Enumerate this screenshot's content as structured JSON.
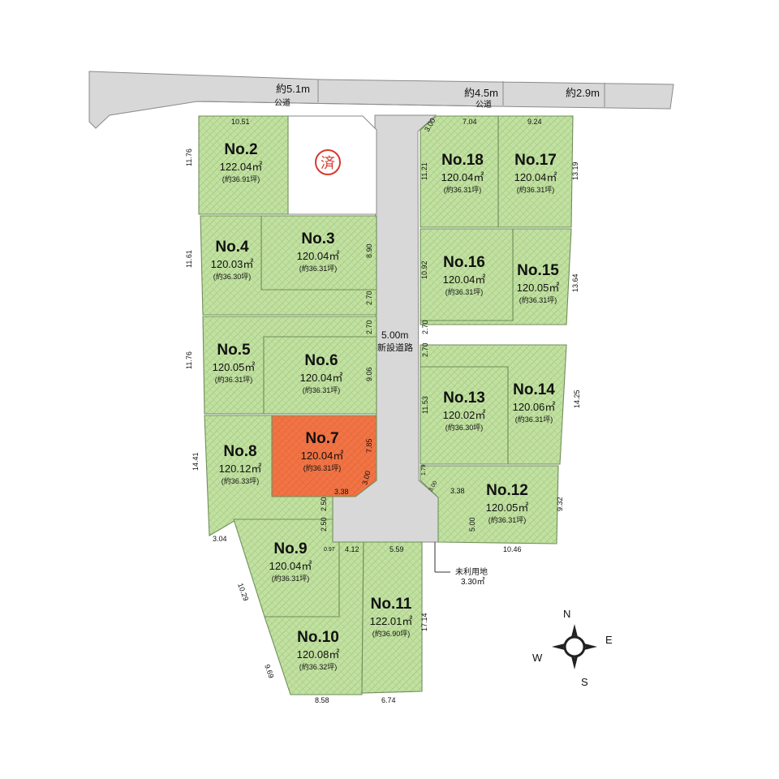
{
  "map": {
    "roads": {
      "public_top_left": {
        "width": "約5.1m",
        "name": "公道"
      },
      "public_top_mid": {
        "width": "約4.5m",
        "name": "公道"
      },
      "public_top_right": {
        "width": "約2.9m"
      },
      "new_road": {
        "width": "5.00m",
        "name": "新設道路"
      }
    },
    "sold_mark": "済",
    "unused_land": {
      "name": "未利用地",
      "area": "3.30㎡"
    },
    "compass": {
      "n": "N",
      "e": "E",
      "s": "S",
      "w": "W"
    },
    "colors": {
      "lot": "#c5e3a6",
      "selected_lot": "#f07445",
      "road": "#d8d8d8",
      "sold_mark": "#d63a2d"
    },
    "lots": [
      {
        "no": "No.2",
        "area": "122.04㎡",
        "tsubo": "(約36.91坪)",
        "selected": false
      },
      {
        "no": "No.3",
        "area": "120.04㎡",
        "tsubo": "(約36.31坪)",
        "selected": false
      },
      {
        "no": "No.4",
        "area": "120.03㎡",
        "tsubo": "(約36.30坪)",
        "selected": false
      },
      {
        "no": "No.5",
        "area": "120.05㎡",
        "tsubo": "(約36.31坪)",
        "selected": false
      },
      {
        "no": "No.6",
        "area": "120.04㎡",
        "tsubo": "(約36.31坪)",
        "selected": false
      },
      {
        "no": "No.7",
        "area": "120.04㎡",
        "tsubo": "(約36.31坪)",
        "selected": true
      },
      {
        "no": "No.8",
        "area": "120.12㎡",
        "tsubo": "(約36.33坪)",
        "selected": false
      },
      {
        "no": "No.9",
        "area": "120.04㎡",
        "tsubo": "(約36.31坪)",
        "selected": false
      },
      {
        "no": "No.10",
        "area": "120.08㎡",
        "tsubo": "(約36.32坪)",
        "selected": false
      },
      {
        "no": "No.11",
        "area": "122.01㎡",
        "tsubo": "(約36.90坪)",
        "selected": false
      },
      {
        "no": "No.12",
        "area": "120.05㎡",
        "tsubo": "(約36.31坪)",
        "selected": false
      },
      {
        "no": "No.13",
        "area": "120.02㎡",
        "tsubo": "(約36.30坪)",
        "selected": false
      },
      {
        "no": "No.14",
        "area": "120.06㎡",
        "tsubo": "(約36.31坪)",
        "selected": false
      },
      {
        "no": "No.15",
        "area": "120.05㎡",
        "tsubo": "(約36.31坪)",
        "selected": false
      },
      {
        "no": "No.16",
        "area": "120.04㎡",
        "tsubo": "(約36.31坪)",
        "selected": false
      },
      {
        "no": "No.17",
        "area": "120.04㎡",
        "tsubo": "(約36.31坪)",
        "selected": false
      },
      {
        "no": "No.18",
        "area": "120.04㎡",
        "tsubo": "(約36.31坪)",
        "selected": false
      }
    ],
    "dimensions": [
      "10.51",
      "11.76",
      "11.61",
      "11.76",
      "14.41",
      "3.04",
      "10.29",
      "9.69",
      "8.58",
      "6.74",
      "17.14",
      "5.59",
      "4.12",
      "0.97",
      "2.50",
      "2.50",
      "3.38",
      "3.00",
      "7.85",
      "9.06",
      "2.70",
      "8.90",
      "2.70",
      "3.00",
      "7.04",
      "9.24",
      "11.21",
      "13.19",
      "10.92",
      "13.64",
      "2.70",
      "2.70",
      "11.53",
      "14.25",
      "1.79",
      "3.00",
      "3.38",
      "5.00",
      "9.32",
      "10.46"
    ]
  }
}
